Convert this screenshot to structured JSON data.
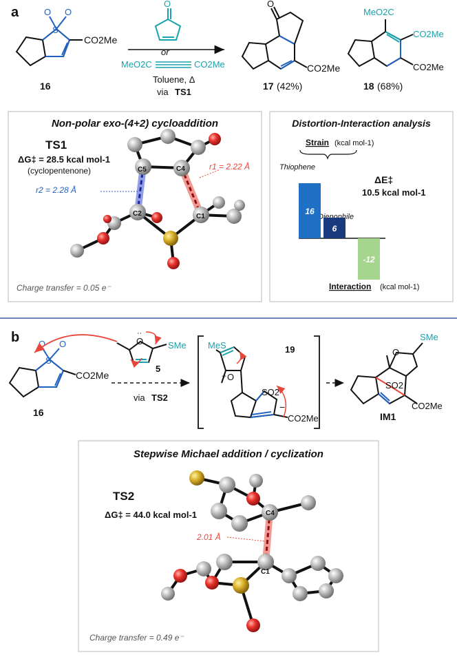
{
  "panel_a": {
    "label": "a",
    "compound_16_label": "16",
    "ester_label": "CO2Me",
    "or_label": "or",
    "dienophile_ester_left": "MeO2C",
    "dienophile_ester_right": "CO2Me",
    "conditions": "Toluene, Δ",
    "via_prefix": "via",
    "via_ts": "TS1",
    "product17_label": "17",
    "product17_yield": "(42%)",
    "product18_label": "18",
    "product18_yield": "(68%)",
    "product17_ester": "CO2Me",
    "product18_ester_top": "MeO2C",
    "product18_ester_right": "CO2Me",
    "product18_ester_bottom": "CO2Me",
    "sulfone_S": "S",
    "sulfone_O": "O"
  },
  "ts1_box": {
    "title": "Non-polar exo-(4+2) cycloaddition",
    "ts_name": "TS1",
    "energy": "ΔG‡ = 28.5 kcal mol-1",
    "energy_note": "(cyclopentenone)",
    "r1": "r1 = 2.22 Å",
    "r2": "r2 = 2.28 Å",
    "atom_c1": "C1",
    "atom_c2": "C2",
    "atom_c4": "C4",
    "atom_c5": "C5",
    "charge_transfer": "Charge transfer = 0.05 e⁻"
  },
  "di_box": {
    "title": "Distortion-Interaction analysis",
    "strain_label": "Strain",
    "strain_unit": "(kcal mol-1)",
    "thiophene_label": "Thiophene",
    "dienophile_label": "Dienophile",
    "activation_label": "ΔE‡",
    "activation_value": "10.5 kcal mol-1",
    "interaction_label": "Interaction",
    "interaction_unit": "(kcal mol-1)"
  },
  "chart_data": {
    "type": "bar",
    "categories": [
      "Thiophene",
      "Dienophile",
      "Interaction"
    ],
    "values": [
      16,
      6,
      -12
    ],
    "value_labels": [
      "16",
      "6",
      "-12"
    ],
    "colors": [
      "#1f6fc5",
      "#1a3a80",
      "#a6d68e"
    ],
    "ylim": [
      -12,
      16
    ]
  },
  "panel_b": {
    "label": "b",
    "compound_16_label": "16",
    "ester_label": "CO2Me",
    "furan_label": "5",
    "sme_label": "SMe",
    "via_prefix": "via",
    "via_ts": "TS2",
    "intermediate_label": "19",
    "intermediate_sme": "MeS",
    "intermediate_so2": "SO2",
    "intermediate_ester": "CO2Me",
    "intermediate_charge_plus": "+",
    "intermediate_charge_minus": "−",
    "im1_label": "IM1",
    "im1_sme": "SMe",
    "im1_so2": "SO2",
    "im1_ester": "CO2Me",
    "furan_O": "O"
  },
  "ts2_box": {
    "title": "Stepwise Michael addition / cyclization",
    "ts_name": "TS2",
    "energy": "ΔG‡ = 44.0 kcal mol-1",
    "distance": "2.01 Å",
    "atom_c1": "C1",
    "atom_c4": "C4",
    "charge_transfer": "Charge transfer = 0.49 e⁻"
  }
}
